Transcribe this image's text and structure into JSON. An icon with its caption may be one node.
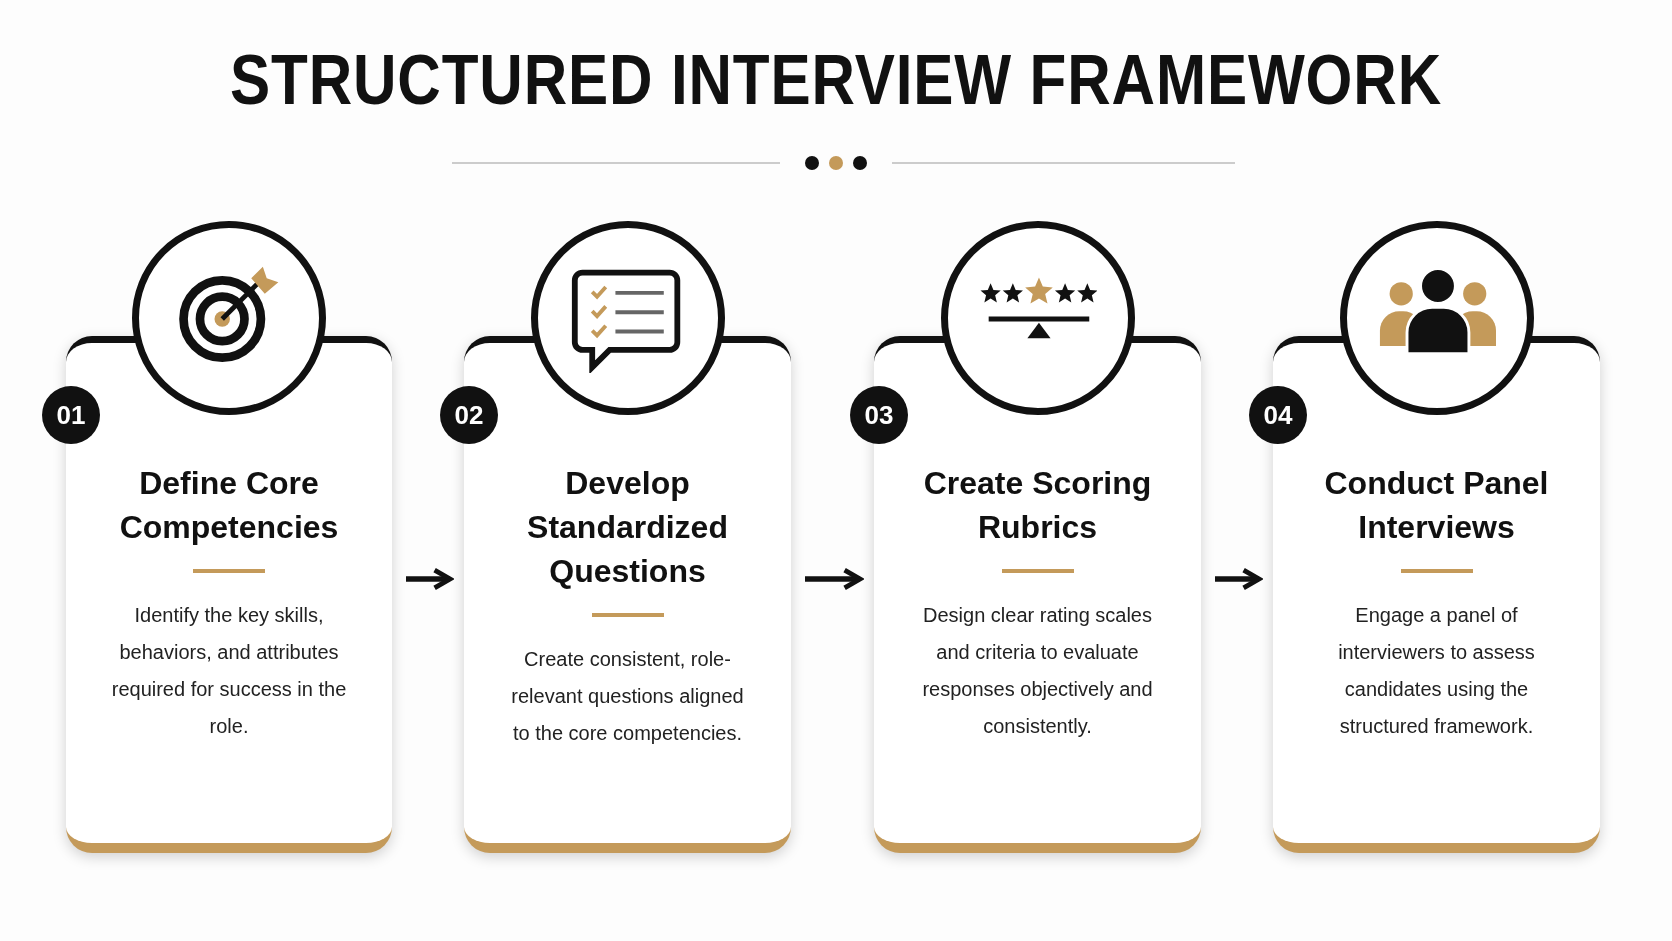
{
  "diagram": {
    "title": "STRUCTURED INTERVIEW FRAMEWORK",
    "nodes": [
      {
        "text": [
          "01",
          "Define Core Competencies",
          "Identify the key skills, behaviors, and attributes required for success in the role."
        ]
      },
      {
        "text": [
          "02",
          "Develop Standardized Questions",
          "Create consistent, role-relevant questions aligned to the core competencies."
        ]
      },
      {
        "text": [
          "03",
          "Create Scoring Rubrics",
          "Design clear rating scales and criteria to evaluate responses objectively and consistently."
        ]
      },
      {
        "text": [
          "04",
          "Conduct Panel Interviews",
          "Engage a panel of interviewers to assess candidates using the structured framework."
        ]
      }
    ],
    "edges": [
      {
        "from": 0,
        "to": 1,
        "arrow": "to"
      },
      {
        "from": 1,
        "to": 2,
        "arrow": "to"
      },
      {
        "from": 2,
        "to": 3,
        "arrow": "to"
      }
    ]
  }
}
